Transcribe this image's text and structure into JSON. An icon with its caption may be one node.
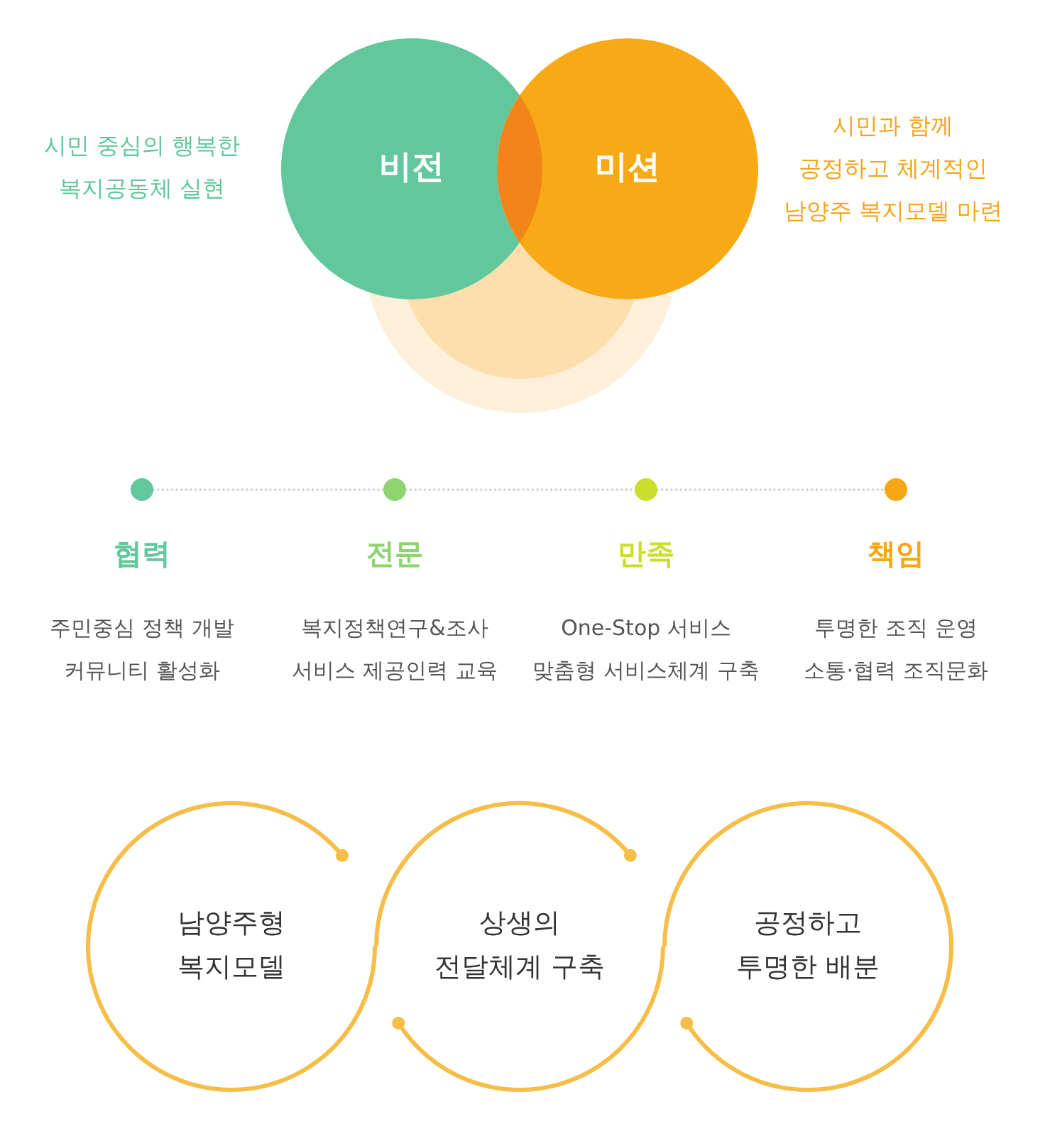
{
  "diagram": {
    "nodes": [
      {
        "text": [
          "비전"
        ],
        "beside": [
          "시민 중심의 행복한 복지공동체 실현"
        ]
      },
      {
        "text": [
          "미션"
        ],
        "beside": [
          "시민과 함께 공정하고 체계적인 남양주 복지모델 마련"
        ]
      },
      {
        "text": [],
        "shape": "circle"
      },
      {
        "text": [],
        "shape": "circle",
        "in": 2
      },
      {
        "text": [],
        "shape": "circle",
        "beside": [
          "협력",
          "주민중심 정책 개발",
          "커뮤니티 활성화"
        ]
      },
      {
        "text": [],
        "shape": "circle",
        "beside": [
          "전문",
          "복지정책연구&조사",
          "서비스 제공인력 교육"
        ]
      },
      {
        "text": [],
        "shape": "circle",
        "beside": [
          "만족",
          "One-Stop 서비스",
          "맞춤형 서비스체계 구축"
        ]
      },
      {
        "text": [],
        "shape": "circle",
        "beside": [
          "책임",
          "투명한 조직 운영",
          "소통·협력 조직문화"
        ]
      },
      {
        "text": [
          "남양주형 복지모델"
        ]
      },
      {
        "text": [
          "상생의 전달체계 구축"
        ]
      },
      {
        "text": [
          "공정하고 투명한 배분"
        ]
      }
    ],
    "edges": [
      {
        "from": 4,
        "to": 5,
        "arrow": "none",
        "style": "dashed"
      },
      {
        "from": 5,
        "to": 6,
        "arrow": "none",
        "style": "dashed"
      },
      {
        "from": 6,
        "to": 7,
        "arrow": "none",
        "style": "dashed"
      }
    ]
  }
}
